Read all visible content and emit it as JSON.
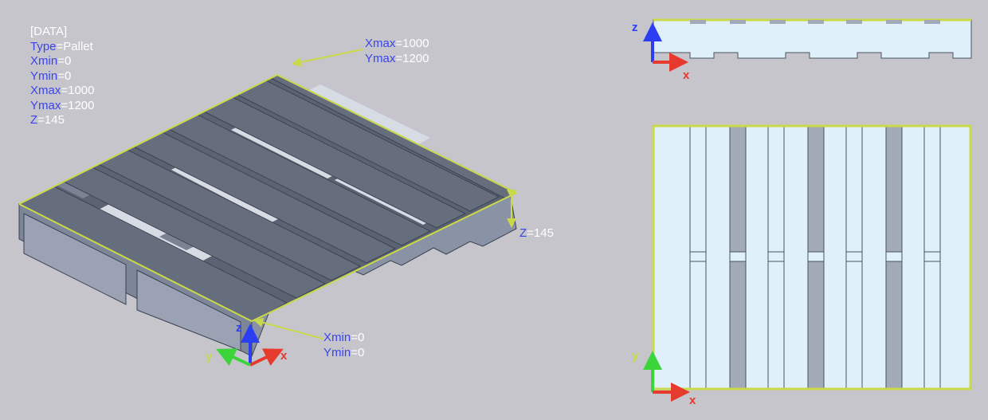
{
  "info": {
    "header": "[DATA]",
    "type_key": "Type",
    "type_val": "=Pallet",
    "xmin_key": "Xmin",
    "xmin_val": "=0",
    "ymin_key": "Ymin",
    "ymin_val": "=0",
    "xmax_key": "Xmax",
    "xmax_val": "=1000",
    "ymax_key": "Ymax",
    "ymax_val": "=1200",
    "z_key": "Z",
    "z_val": "=145"
  },
  "callouts": {
    "top_xmax_key": "Xmax",
    "top_xmax_val": "=1000",
    "top_ymax_key": "Ymax",
    "top_ymax_val": "=1200",
    "z_key": "Z",
    "z_val": "=145",
    "origin_xmin_key": "Xmin",
    "origin_xmin_val": "=0",
    "origin_ymin_key": "Ymin",
    "origin_ymin_val": "=0"
  },
  "axes": {
    "x": "x",
    "y": "y",
    "z": "z"
  },
  "colors": {
    "background": "#c6c5cb",
    "accent": "#c9d94a",
    "key_text": "#3a45e8",
    "pallet_top": "#636b7b",
    "pallet_side": "#8a93a6",
    "view_fill": "#dff0fa"
  }
}
